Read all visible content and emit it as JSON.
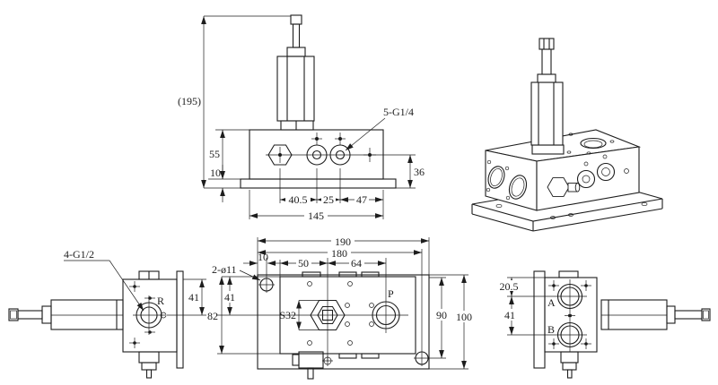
{
  "canvas": {
    "background": "#ffffff",
    "line_color": "#1d1d1d"
  },
  "views": {
    "front": {
      "dims": {
        "overall_height": "(195)",
        "body_height": "55",
        "base_thickness": "10",
        "pitch_a": "40.5",
        "pitch_b": "25",
        "pitch_c": "47",
        "block_width": "145",
        "center_to_base": "36"
      },
      "labels": {
        "gauge_ports": "5-G1/4"
      }
    },
    "plan": {
      "dims": {
        "plate_length": "190",
        "hole_span_length": "180",
        "hole_edge_offset": "10",
        "edge_to_hex": "50",
        "hex_to_p": "64",
        "edge_to_center": "41",
        "block_depth": "82",
        "hole_span_depth": "90",
        "plate_depth": "100"
      },
      "labels": {
        "mount_holes": "2-ø11",
        "hex_size": "S32",
        "port_p": "P"
      }
    },
    "left": {
      "dims": {
        "edge_to_port": "41"
      },
      "labels": {
        "main_ports": "4-G1/2",
        "port_r": "R"
      }
    },
    "right": {
      "dims": {
        "edge_to_a": "20.5",
        "a_to_b": "41"
      },
      "labels": {
        "port_a": "A",
        "port_b": "B"
      }
    }
  }
}
